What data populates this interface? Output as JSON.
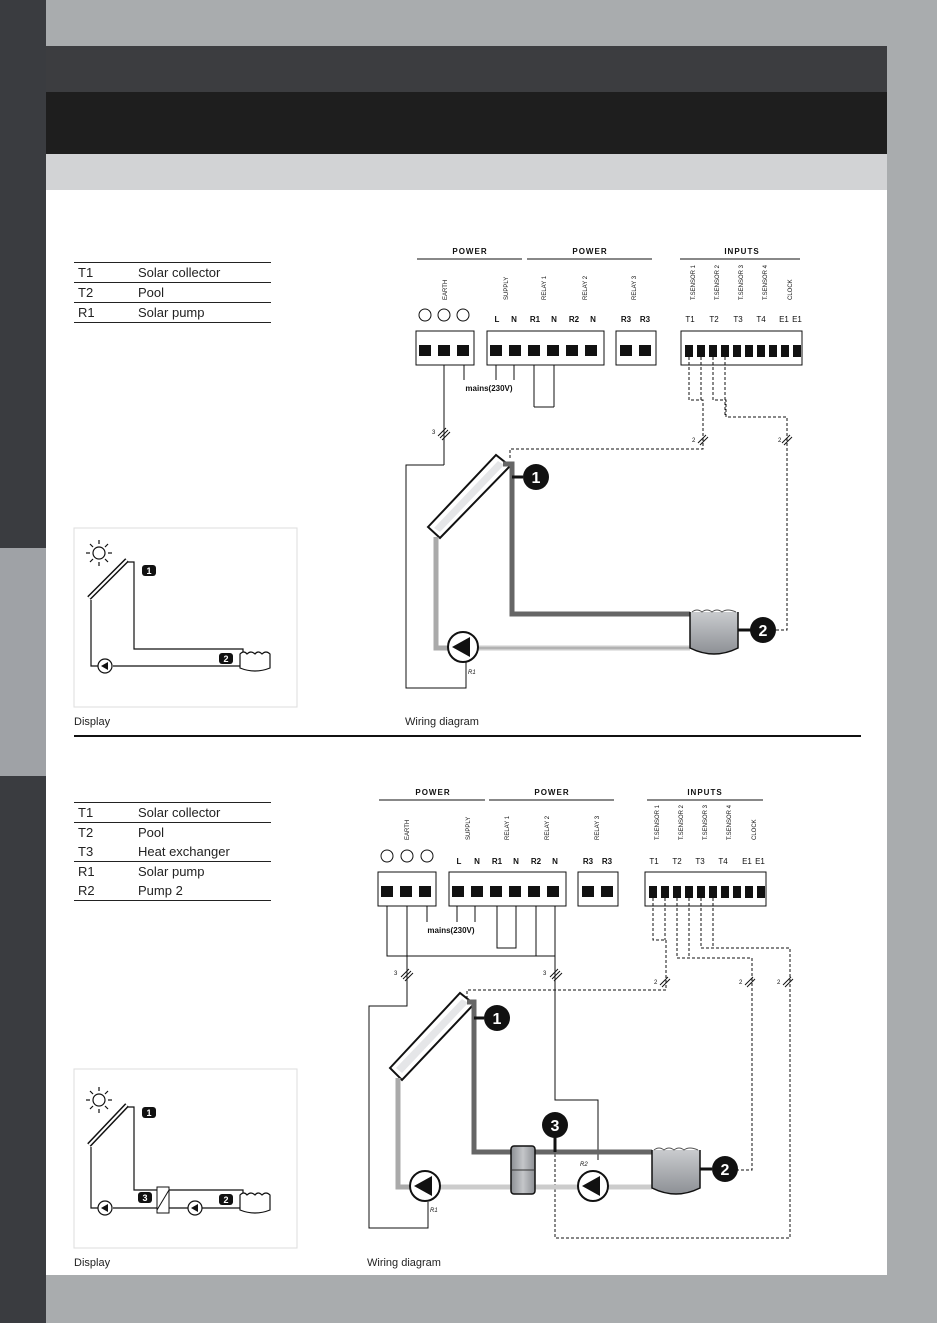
{
  "section1": {
    "legend": [
      {
        "code": "T1",
        "label": "Solar collector"
      },
      {
        "code": "T2",
        "label": "Pool"
      },
      {
        "code": "R1",
        "label": "Solar pump"
      }
    ],
    "display_caption": "Display",
    "wiring_caption": "Wiring diagram",
    "headers": {
      "power1": "POWER",
      "power2": "POWER",
      "inputs": "INPUTS"
    },
    "vertical_labels": [
      "EARTH",
      "SUPPLY",
      "RELAY 1",
      "RELAY 2",
      "RELAY 3"
    ],
    "input_labels": [
      "T.SENSOR 1",
      "T.SENSOR 2",
      "T.SENSOR 3",
      "T.SENSOR 4",
      "CLOCK"
    ],
    "terminals": [
      "L",
      "N",
      "R1",
      "N",
      "R2",
      "N",
      "R3",
      "R3"
    ],
    "input_terminals": [
      "T1",
      "T2",
      "T3",
      "T4",
      "E1",
      "E1"
    ],
    "mains": "mains(230V)",
    "wire_counts": [
      "3",
      "2",
      "2"
    ],
    "pump_label": "R1",
    "markers": [
      "1",
      "2"
    ]
  },
  "section2": {
    "legend": [
      {
        "code": "T1",
        "label": "Solar collector"
      },
      {
        "code": "T2",
        "label": "Pool"
      },
      {
        "code": "T3",
        "label": "Heat exchanger"
      },
      {
        "code": "R1",
        "label": "Solar pump"
      },
      {
        "code": "R2",
        "label": "Pump 2"
      }
    ],
    "display_caption": "Display",
    "wiring_caption": "Wiring diagram",
    "headers": {
      "power1": "POWER",
      "power2": "POWER",
      "inputs": "INPUTS"
    },
    "vertical_labels": [
      "EARTH",
      "SUPPLY",
      "RELAY 1",
      "RELAY 2",
      "RELAY 3"
    ],
    "input_labels": [
      "T.SENSOR 1",
      "T.SENSOR 2",
      "T.SENSOR 3",
      "T.SENSOR 4",
      "CLOCK"
    ],
    "terminals": [
      "L",
      "N",
      "R1",
      "N",
      "R2",
      "N",
      "R3",
      "R3"
    ],
    "input_terminals": [
      "T1",
      "T2",
      "T3",
      "T4",
      "E1",
      "E1"
    ],
    "mains": "mains(230V)",
    "wire_counts": [
      "3",
      "3",
      "2",
      "2",
      "2"
    ],
    "pump_labels": [
      "R1",
      "R2"
    ],
    "markers": [
      "1",
      "2",
      "3"
    ]
  }
}
